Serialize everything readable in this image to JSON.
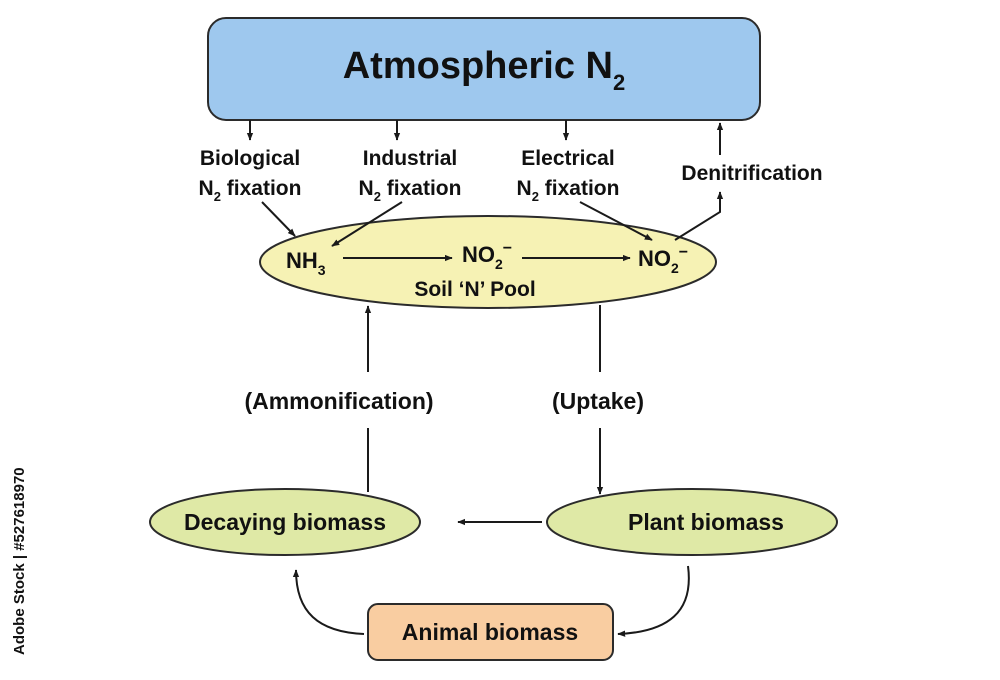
{
  "title": {
    "main": "Atmospheric N",
    "sub": "2"
  },
  "fixation": {
    "biological": {
      "line1": "Biological",
      "line2_n": "N",
      "line2_sub": "2",
      "line2_rest": " fixation"
    },
    "industrial": {
      "line1": "Industrial",
      "line2_n": "N",
      "line2_sub": "2",
      "line2_rest": " fixation"
    },
    "electrical": {
      "line1": "Electrical",
      "line2_n": "N",
      "line2_sub": "2",
      "line2_rest": " fixation"
    },
    "denitrification": "Denitrification"
  },
  "soil_pool": {
    "label": "Soil ‘N’ Pool",
    "nh3": {
      "base": "NH",
      "sub": "3"
    },
    "no2": {
      "base": "NO",
      "sub": "2",
      "sup": "−"
    },
    "no3": {
      "base": "NO",
      "sub": "2",
      "sup": "−"
    }
  },
  "processes": {
    "ammonification": "(Ammonification)",
    "uptake": "(Uptake)"
  },
  "biomass": {
    "decaying": "Decaying biomass",
    "plant": "Plant biomass",
    "animal": "Animal biomass"
  },
  "stock_id": "Adobe Stock | #527618970",
  "colors": {
    "atmosphere_fill": "#9ec8ee",
    "atmosphere_stroke": "#2b2b2b",
    "soil_fill": "#f6f2b4",
    "biomass_fill": "#dfe9a6",
    "animal_fill": "#f9cda1",
    "stroke": "#1a1a1a"
  }
}
